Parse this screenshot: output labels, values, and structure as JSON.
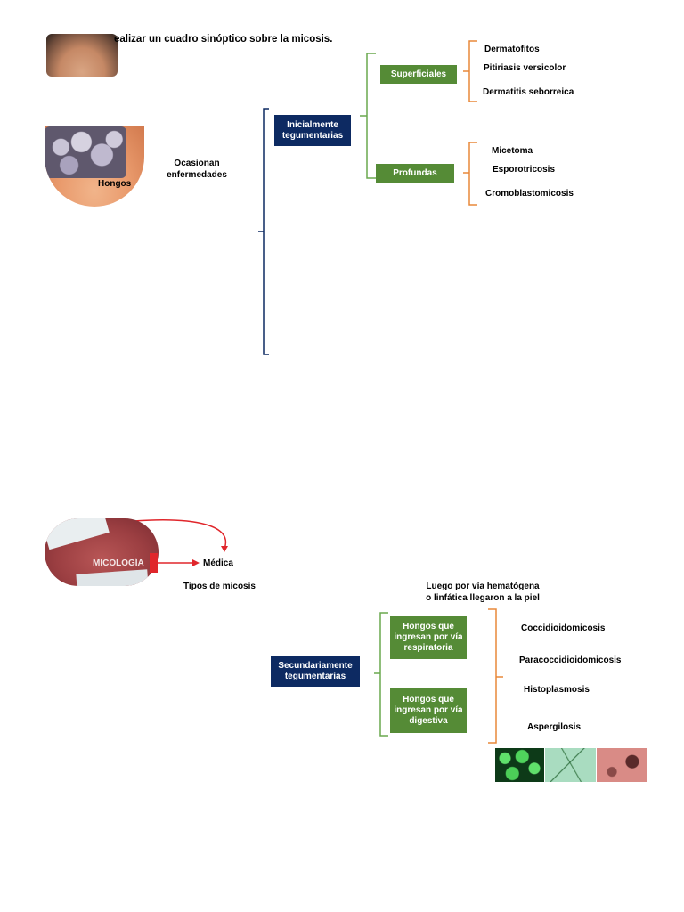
{
  "title": "ealizar un cuadro sinóptico sobre la micosis.",
  "top_section": {
    "photo_label": "Hongos",
    "ocasionan": "Ocasionan\nenfermedades",
    "main_box": "Inicialmente\ntegumentarias",
    "superficiales": {
      "label": "Superficiales",
      "items": [
        "Dermatofitos",
        "Pitiriasis versicolor",
        "Dermatitis seborreica"
      ]
    },
    "profundas": {
      "label": "Profundas",
      "items": [
        "Micetoma",
        "Esporotricosis",
        "Cromoblastomicosis"
      ]
    }
  },
  "bottom_section": {
    "photo_label": "MICOLOGÍA",
    "medica": "Médica",
    "tipos": "Tipos de micosis",
    "luego": "Luego por vía hematógena\no linfática llegaron a la piel",
    "main_box": "Secundariamente\ntegumentarias",
    "respiratoria_box": "Hongos que\ningresan por vía\nrespiratoria",
    "digestiva_box": "Hongos que\ningresan por vía\ndigestiva",
    "items": [
      "Coccidioidomicosis",
      "Paracoccidioidomicosis",
      "Histoplasmosis",
      "Aspergilosis"
    ]
  },
  "colors": {
    "navy": "#0d2a62",
    "green": "#558b36",
    "orange_bracket": "#e8883a",
    "green_bracket": "#6aa84f",
    "red_arrow": "#e0262b"
  }
}
